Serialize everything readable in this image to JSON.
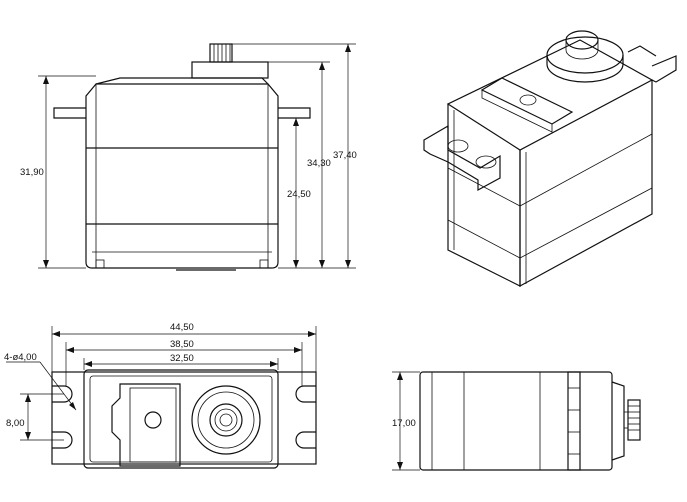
{
  "dimensions": {
    "front_total_height": "37,40",
    "front_body_height": "34,30",
    "front_lower_height": "24,50",
    "front_left_height": "31,90",
    "top_mount_width": "44,50",
    "top_hole_spacing": "38,50",
    "top_body_width": "32,50",
    "top_hole_spec": "4-ø4,00",
    "top_slot_spacing": "8,00",
    "side_width": "17,00"
  }
}
